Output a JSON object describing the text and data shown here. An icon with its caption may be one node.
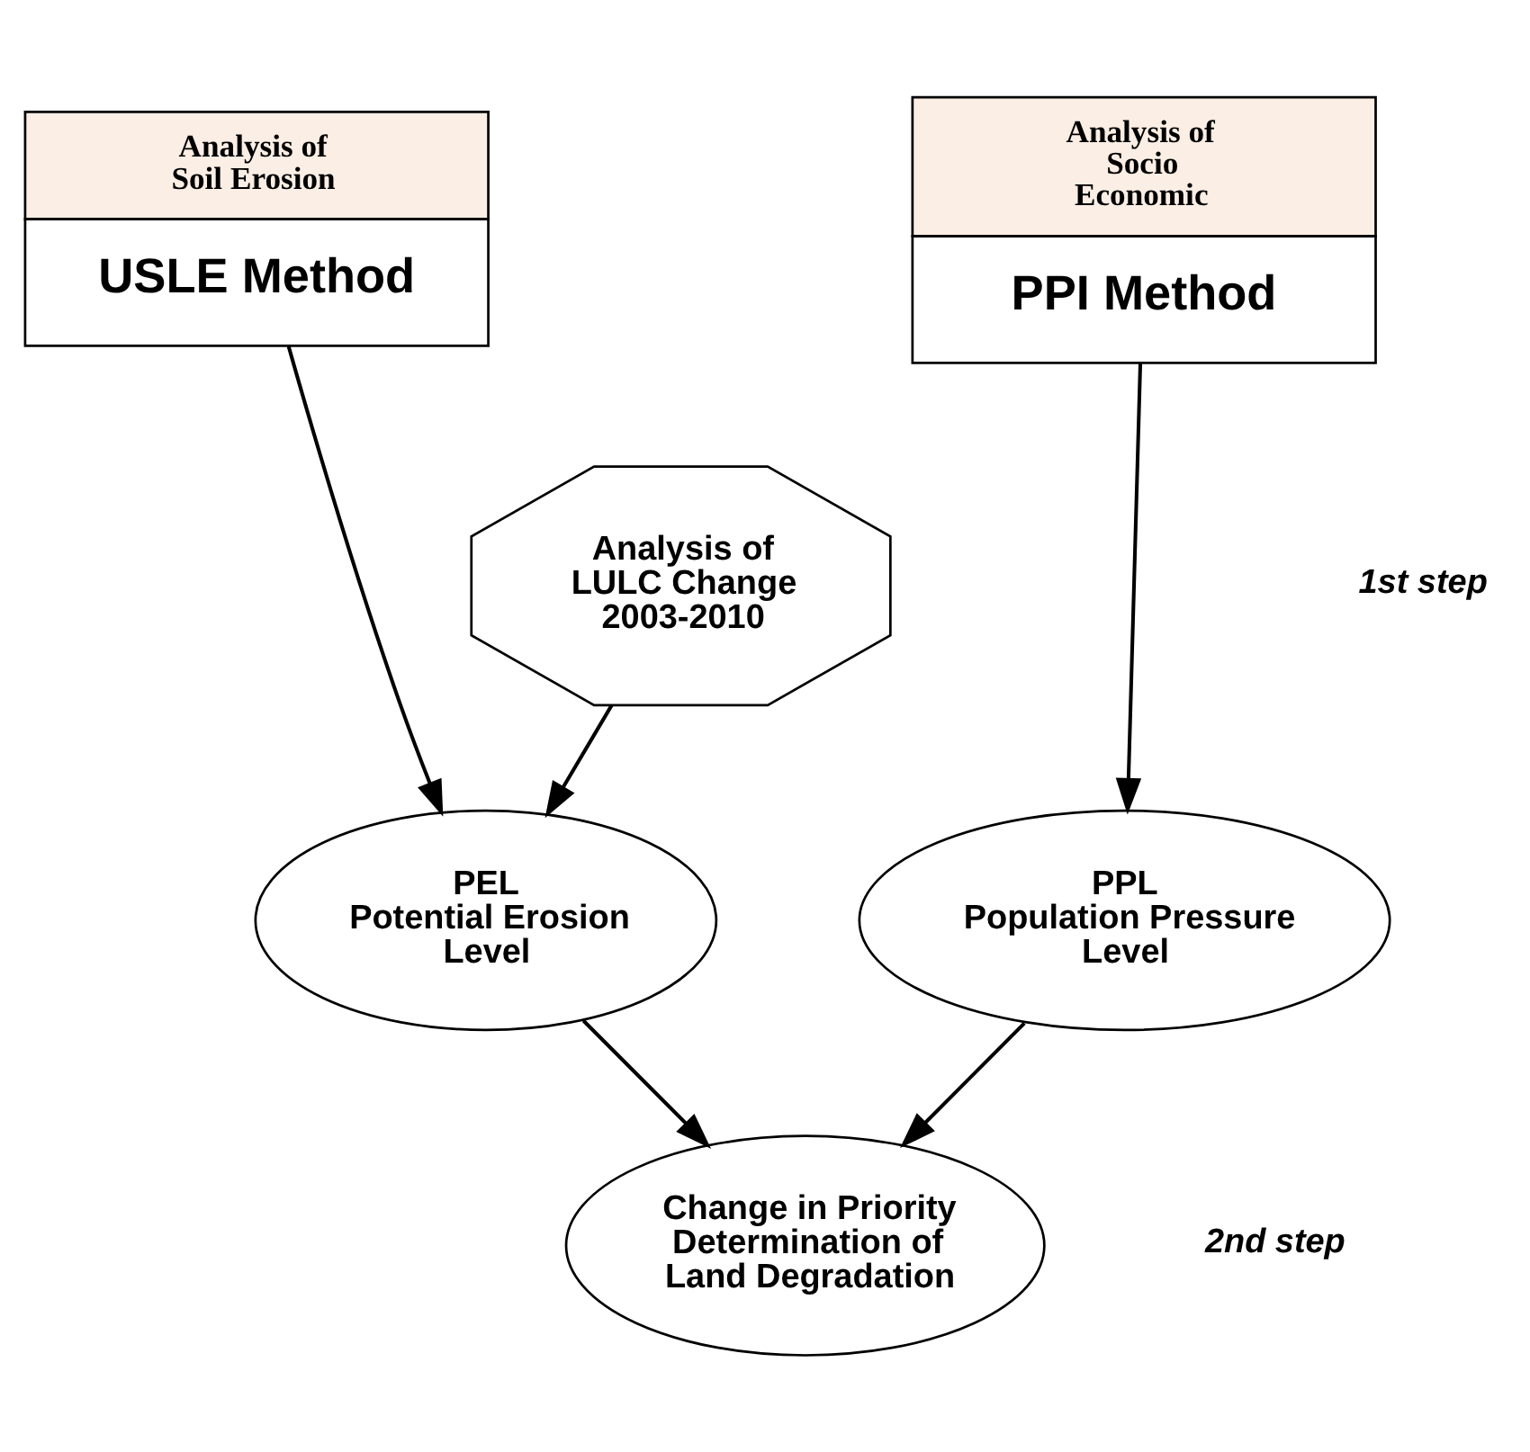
{
  "diagram": {
    "nodes": [
      {
        "text": [
          "Analysis of Soil Erosion",
          "USLE Method"
        ]
      },
      {
        "text": [
          "Analysis of Socio Economic",
          "PPI Method"
        ]
      },
      {
        "text": [
          "Analysis of LULC Change 2003-2010"
        ]
      },
      {
        "text": [
          "PEL",
          "Potential Erosion Level"
        ]
      },
      {
        "text": [
          "PPL",
          "Population Pressure Level"
        ]
      },
      {
        "text": [
          "Change in Priority Determination of Land Degradation"
        ]
      }
    ],
    "edges": [
      {
        "from": 0,
        "to": 3,
        "arrow": "to"
      },
      {
        "from": 2,
        "to": 3,
        "arrow": "to"
      },
      {
        "from": 1,
        "to": 4,
        "arrow": "to"
      },
      {
        "from": 3,
        "to": 5,
        "arrow": "to"
      },
      {
        "from": 4,
        "to": 5,
        "arrow": "to"
      }
    ],
    "labels": [
      "1st step",
      "2nd step"
    ]
  }
}
